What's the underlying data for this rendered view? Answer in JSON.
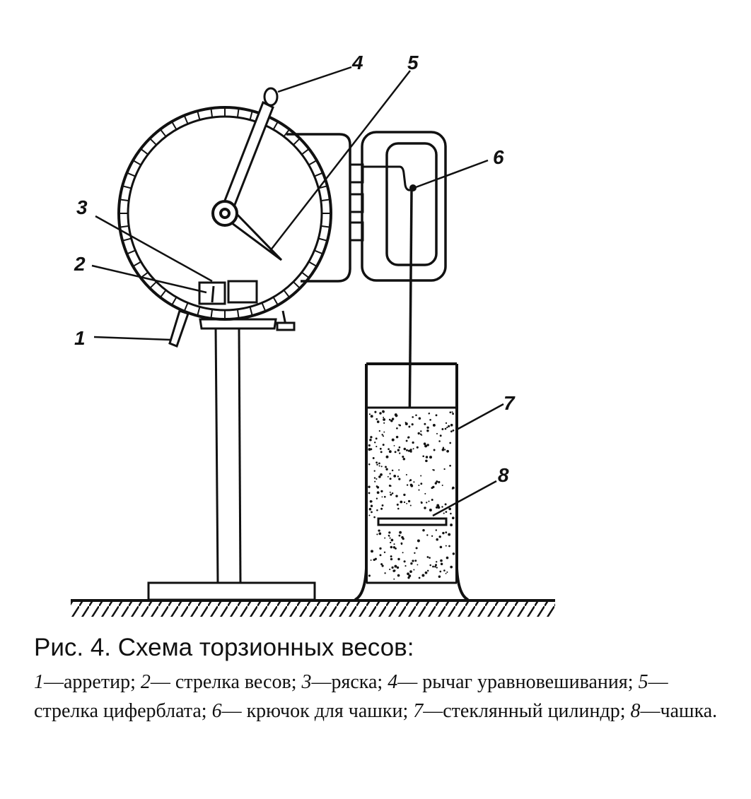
{
  "labels": {
    "l1": "1",
    "l2": "2",
    "l3": "3",
    "l4": "4",
    "l5": "5",
    "l6": "6",
    "l7": "7",
    "l8": "8"
  },
  "caption": {
    "title": "Рис. 4. Схема торзионных весов:",
    "items": [
      {
        "num": "1",
        "sep": "—",
        "text": "арретир; "
      },
      {
        "num": "2",
        "sep": "— ",
        "text": "стрелка весов; "
      },
      {
        "num": "3",
        "sep": "—",
        "text": "ряска; "
      },
      {
        "num": "4",
        "sep": "— ",
        "text": "рычаг уравновешивания; "
      },
      {
        "num": "5",
        "sep": "—",
        "text": "стрелка циферблата; "
      },
      {
        "num": "6",
        "sep": "— ",
        "text": "крючок для чашки; "
      },
      {
        "num": "7",
        "sep": "—",
        "text": "стеклянный цилиндр; "
      },
      {
        "num": "8",
        "sep": "—",
        "text": "чашка."
      }
    ]
  }
}
